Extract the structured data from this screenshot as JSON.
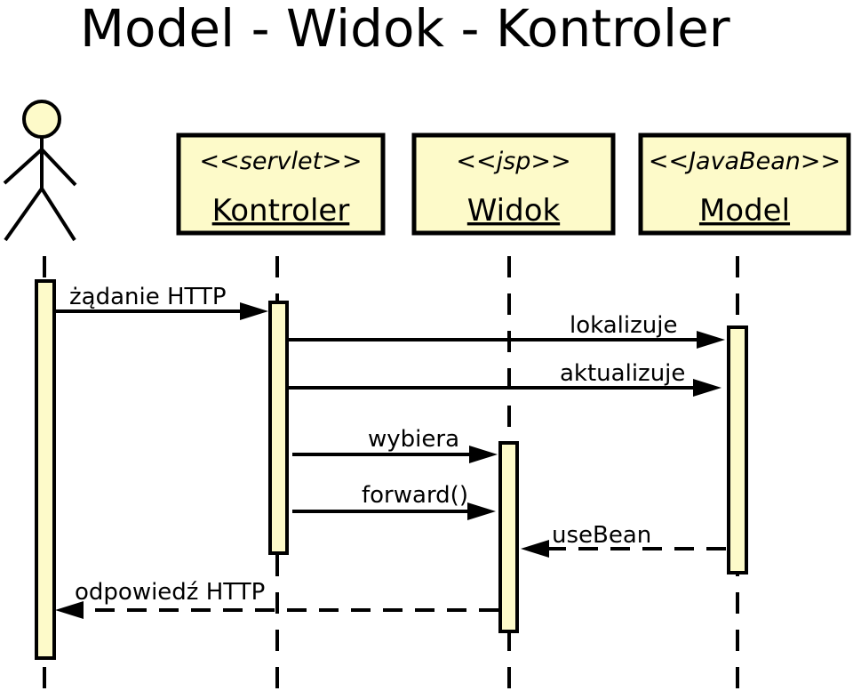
{
  "title": "Model - Widok - Kontroler",
  "participants": [
    {
      "stereotype": "<<servlet>>",
      "name": "Kontroler"
    },
    {
      "stereotype": "<<jsp>>",
      "name": "Widok"
    },
    {
      "stereotype": "<<JavaBean>>",
      "name": "Model"
    }
  ],
  "messages": {
    "http_request": "żądanie HTTP",
    "locate": "lokalizuje",
    "update": "aktualizuje",
    "selects": "wybiera",
    "forward": "forward()",
    "use_bean": "useBean",
    "http_response": "odpowiedź HTTP"
  }
}
